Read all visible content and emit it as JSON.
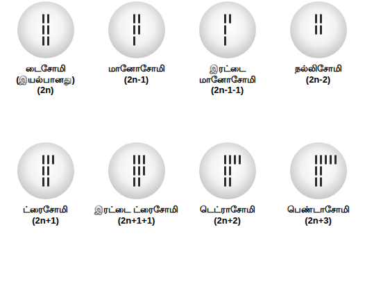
{
  "diagram": {
    "nodes": [
      {
        "text": [
          "டைசோமி (இயல்பானது)",
          "(2n)"
        ]
      },
      {
        "text": [
          "மானோசோமி",
          "(2n-1)"
        ]
      },
      {
        "text": [
          "இரட்டை மானோசோமி",
          "(2n-1-1)"
        ]
      },
      {
        "text": [
          "நல்லிசோமி",
          "(2n-2)"
        ]
      },
      {
        "text": [
          "ட்ரைசோமி",
          "(2n+1)"
        ]
      },
      {
        "text": [
          "இரட்டை ட்ரைசோமி",
          "(2n+1+1)"
        ]
      },
      {
        "text": [
          "டெட்ராசோமி",
          "(2n+2)"
        ]
      },
      {
        "text": [
          "பெண்டாசோமி",
          "(2n+3)"
        ]
      }
    ]
  }
}
